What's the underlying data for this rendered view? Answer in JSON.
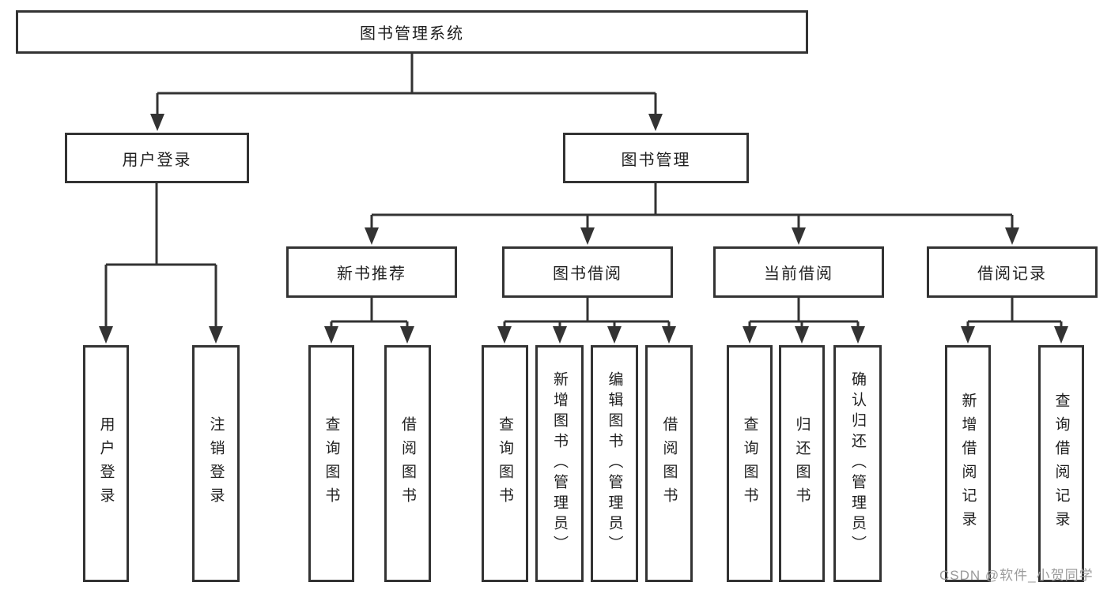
{
  "diagram": {
    "root": {
      "label": "图书管理系统"
    },
    "level2": [
      {
        "label": "用户登录"
      },
      {
        "label": "图书管理"
      }
    ],
    "level3": [
      {
        "label": "新书推荐"
      },
      {
        "label": "图书借阅"
      },
      {
        "label": "当前借阅"
      },
      {
        "label": "借阅记录"
      }
    ],
    "leaves": {
      "user_login": [
        "用户登录",
        "注销登录"
      ],
      "new_book": [
        "查询图书",
        "借阅图书"
      ],
      "book_borrow": [
        "查询图书",
        "新增图书（管理员）",
        "编辑图书（管理员）",
        "借阅图书"
      ],
      "current_borrow": [
        "查询图书",
        "归还图书",
        "确认归还（管理员）"
      ],
      "borrow_record": [
        "新增借阅记录",
        "查询借阅记录"
      ]
    }
  },
  "watermark": {
    "text": "CSDN @软件_小贺同学"
  },
  "colors": {
    "line": "#333333",
    "text": "#1f1f1f",
    "watermark": "#9b9b9b",
    "background": "#ffffff"
  }
}
